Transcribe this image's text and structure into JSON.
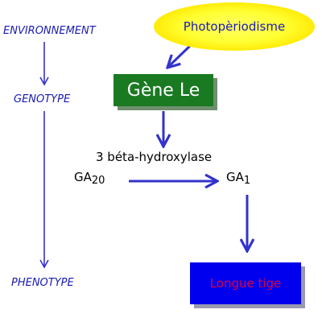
{
  "levels": {
    "environment": "ENVIRONNEMENT",
    "genotype": "GENOTYPE",
    "phenotype": "PHENOTYPE"
  },
  "nodes": {
    "photoperiodism": "Photopèriodisme",
    "gene": "Gène Le",
    "enzyme": "3 béta-hydroxylase",
    "ga20": {
      "prefix": "GA",
      "sub": "20"
    },
    "ga1": {
      "prefix": "GA",
      "sub": "1"
    },
    "result": "Longue tige"
  },
  "colors": {
    "text_blue": "#1a1ab4",
    "arrow_blue": "#3333cc",
    "gene_green": "#1a7a22",
    "result_blue": "#0000ee",
    "result_text": "#e0003c",
    "oval_yellow": "#ffff33"
  }
}
